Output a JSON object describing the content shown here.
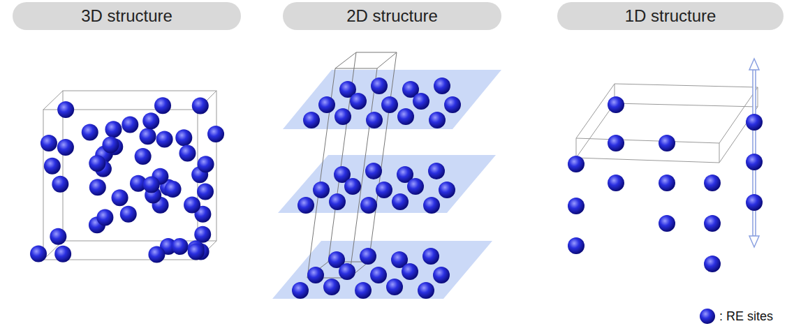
{
  "diagram": {
    "nodes": [
      {
        "text": [
          "3D structure"
        ]
      },
      {
        "text": [
          "2D structure"
        ]
      },
      {
        "text": [
          "1D structure"
        ]
      }
    ],
    "legend": [
      {
        "text": ": RE sites"
      }
    ]
  }
}
